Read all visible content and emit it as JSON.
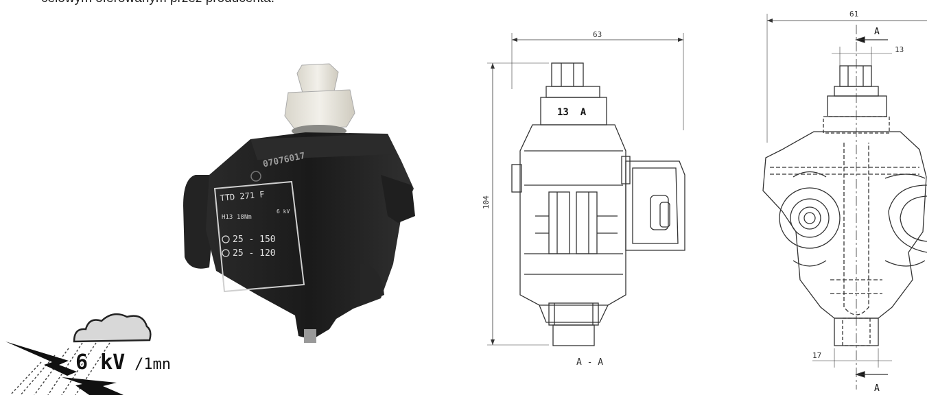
{
  "document": {
    "top_text": "celowym oferowanym przez producenta."
  },
  "product_photo": {
    "model": "TTD 271 F",
    "serial": "07076017",
    "torque_mark": "H13",
    "torque": "18Nm",
    "main_range": "25 - 150",
    "tap_range": "25 - 120",
    "voltage_mark": "6 kV"
  },
  "weather_badge": {
    "voltage": "6 kV",
    "duration": "/1mn"
  },
  "side_view": {
    "width_dim": "63",
    "height_dim": "104",
    "head_label": "13  A",
    "section_label": "A - A"
  },
  "front_view": {
    "width_dim": "61",
    "head_dim": "13",
    "bottom_dim": "17",
    "section_top": "A",
    "section_bottom": "A"
  },
  "colors": {
    "body_black": "#1c1c1c",
    "cap_white": "#e8e6de",
    "line": "#333333"
  }
}
